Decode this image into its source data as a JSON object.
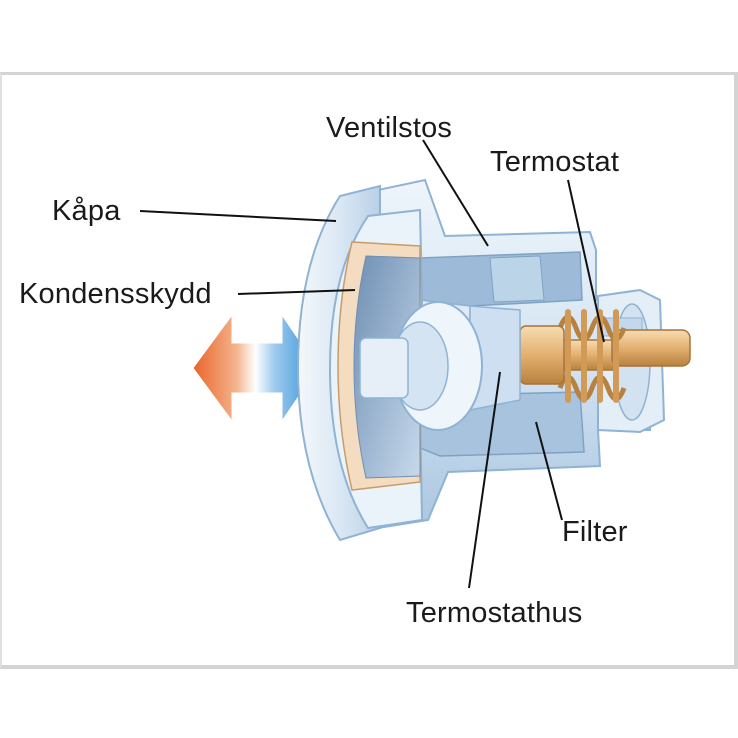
{
  "diagram": {
    "labels": {
      "kapa": "Kåpa",
      "kondensskydd": "Kondensskydd",
      "ventilstos": "Ventilstos",
      "termostat": "Termostat",
      "filter": "Filter",
      "termostathus": "Termostathus"
    },
    "colors": {
      "housing_light": "#e9f2fa",
      "housing_mid": "#c6dbee",
      "housing_dark": "#8fb3d4",
      "condensation_guard": "#f3dcc0",
      "brass": "#e3b070",
      "arrow_warm": "#e9652a",
      "arrow_cool": "#2f8fd8"
    }
  }
}
